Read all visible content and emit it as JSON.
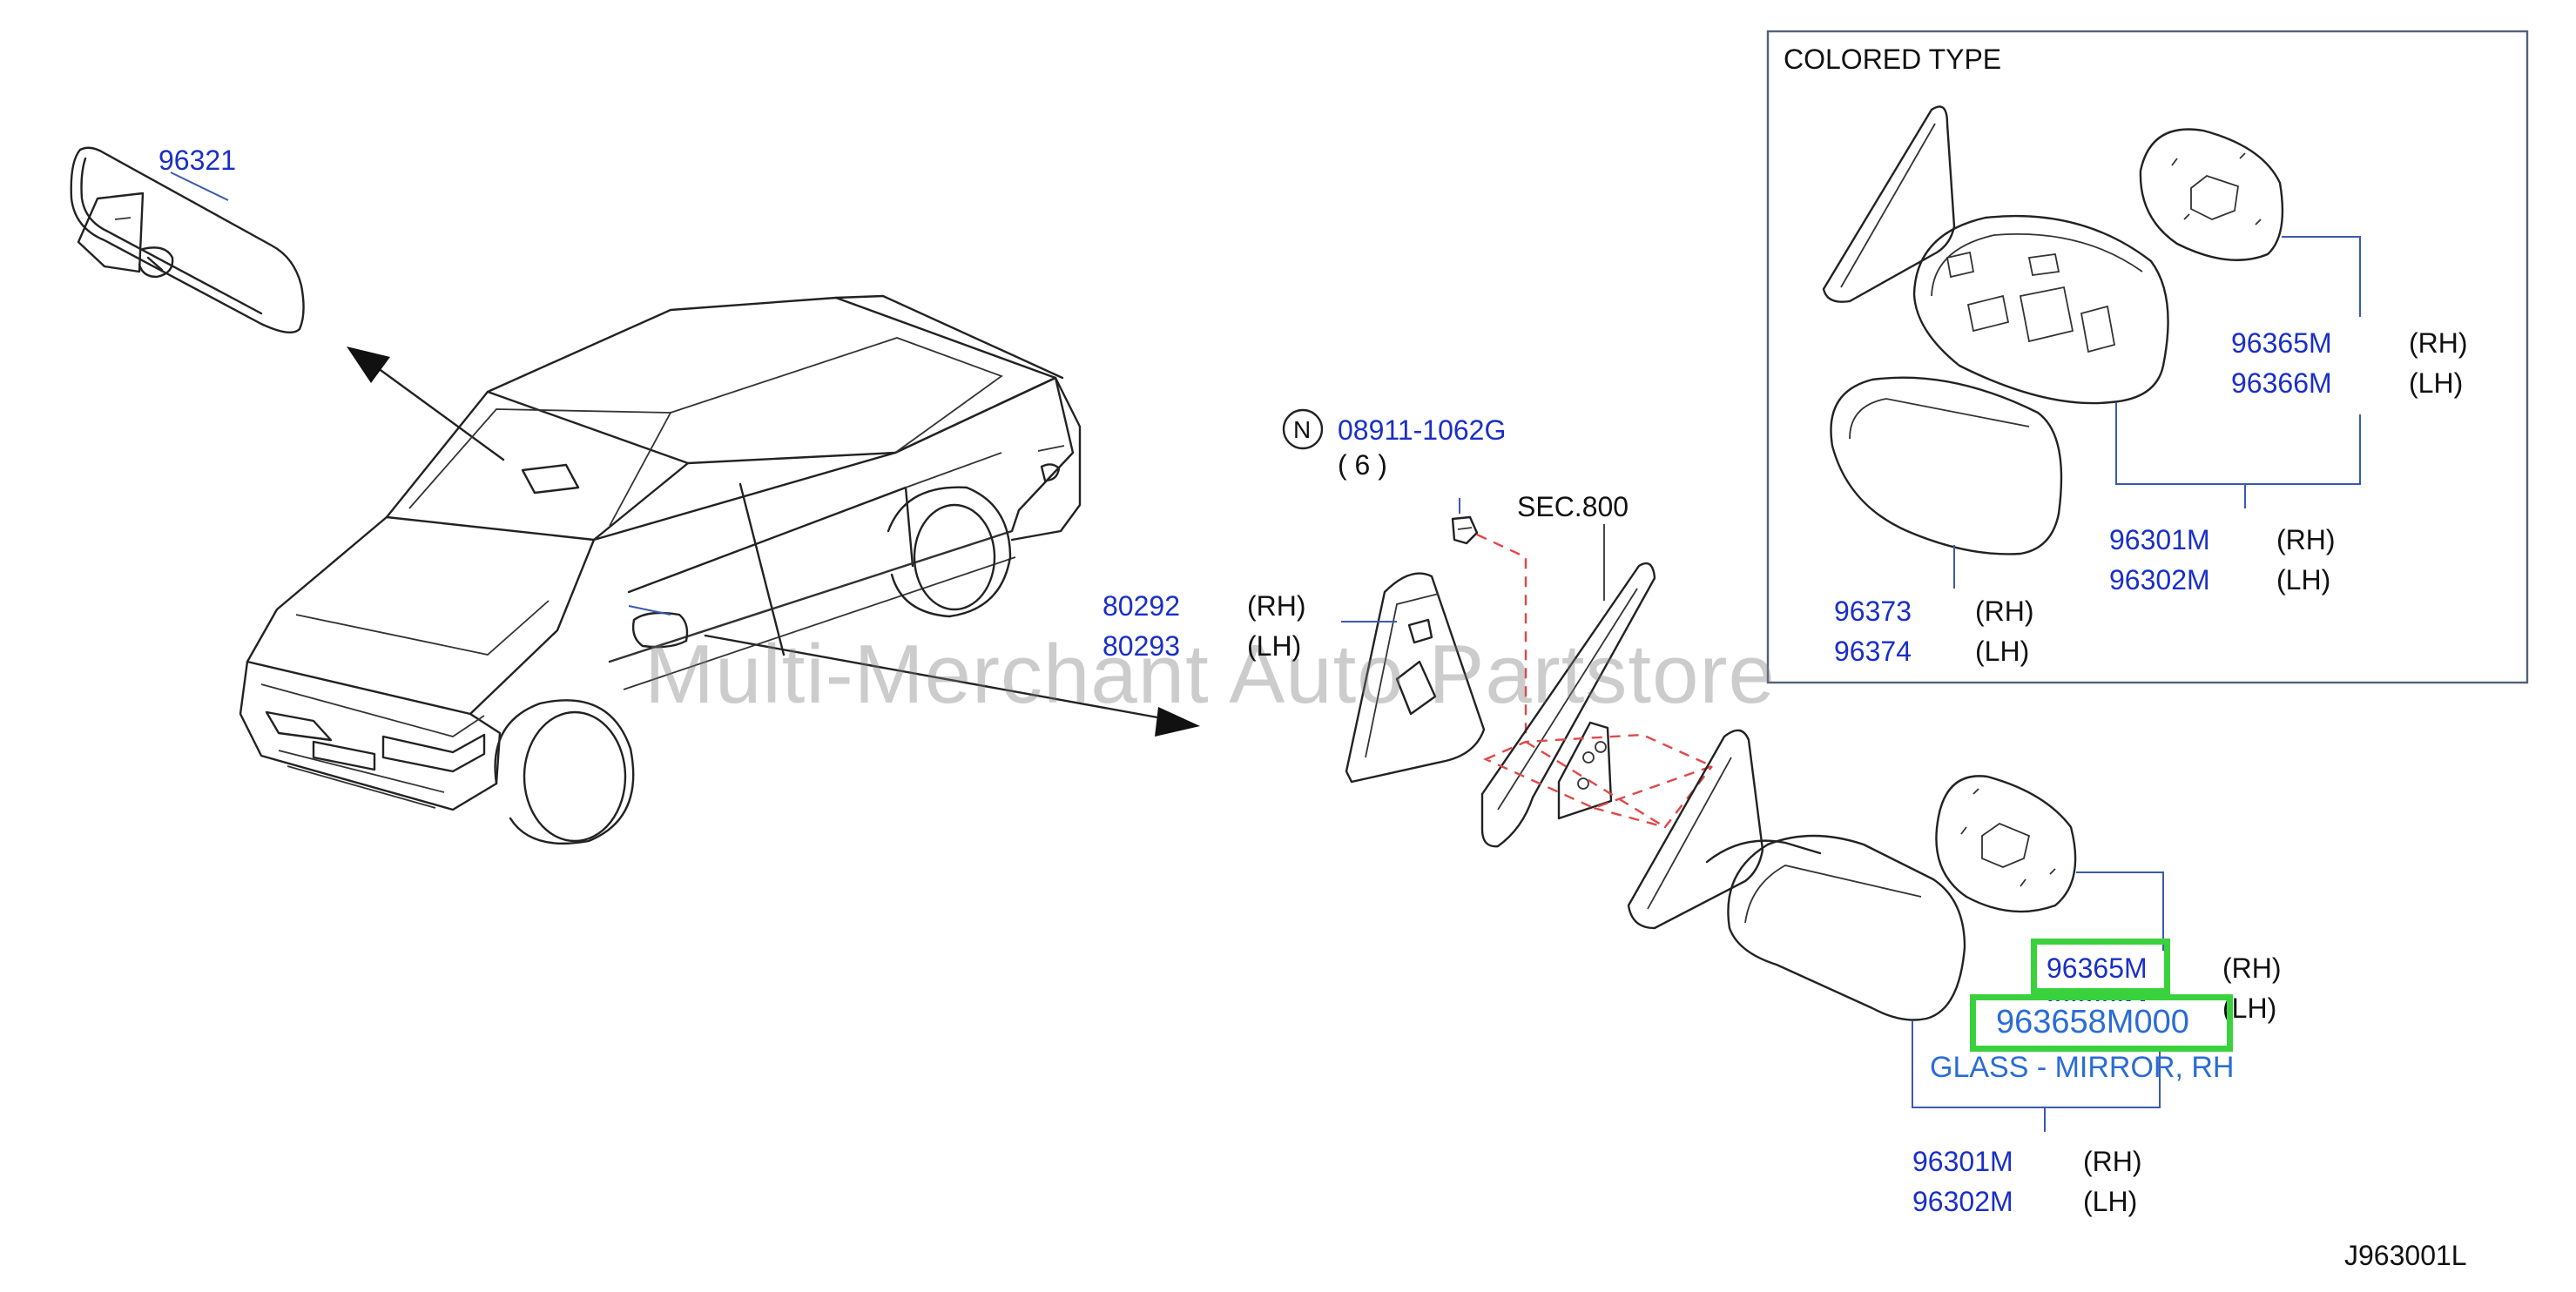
{
  "diagram": {
    "figure_code": "J963001L",
    "watermark": "Multi-Merchant Auto Partstore",
    "inset": {
      "title": "COLORED  TYPE",
      "labels": [
        {
          "part": "96365M",
          "side": "(RH)"
        },
        {
          "part": "96366M",
          "side": "(LH)"
        },
        {
          "part": "96301M",
          "side": "(RH)"
        },
        {
          "part": "96302M",
          "side": "(LH)"
        },
        {
          "part": "96373",
          "side": "(RH)"
        },
        {
          "part": "96374",
          "side": "(LH)"
        }
      ]
    },
    "main_labels": {
      "rear_view_mirror": "96321",
      "clip_part": "08911-1062G",
      "clip_marker": "N",
      "clip_qty": "( 6 )",
      "section": "SEC.800",
      "finisher": [
        {
          "part": "80292",
          "side": "(RH)"
        },
        {
          "part": "80293",
          "side": "(LH)"
        }
      ],
      "glass": [
        {
          "part": "96365M",
          "side": "(RH)"
        },
        {
          "part": "96366M",
          "side": "(LH)"
        }
      ],
      "assembly": [
        {
          "part": "96301M",
          "side": "(RH)"
        },
        {
          "part": "96302M",
          "side": "(LH)"
        }
      ]
    },
    "highlight": {
      "part": "963658M000",
      "description": "GLASS - MIRROR, RH"
    },
    "colors": {
      "part_number": "#1a2fc8",
      "highlight_border": "#39d23d",
      "tooltip_text": "#2a6cd6",
      "dash_line": "#e04848"
    }
  }
}
